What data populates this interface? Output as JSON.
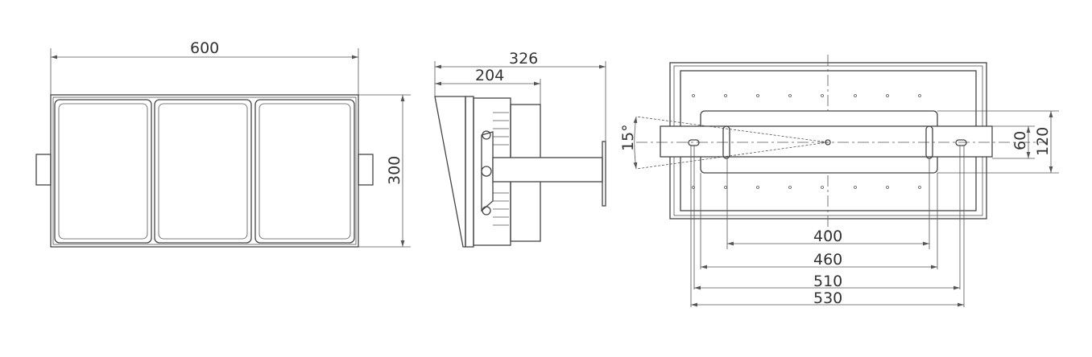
{
  "front_view": {
    "width_label": "600",
    "height_label": "300"
  },
  "side_view": {
    "overall_depth_label": "326",
    "body_depth_label": "204"
  },
  "top_view": {
    "tilt_angle_label": "15°",
    "slot_spacing_label": "400",
    "plate_width_label": "460",
    "hole_spacing_label": "510",
    "arm_length_label": "530",
    "arm_height_label": "60",
    "plate_height_label": "120"
  }
}
